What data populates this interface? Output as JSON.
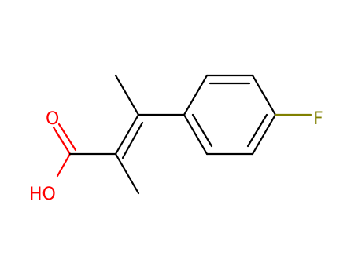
{
  "atom_labels": {
    "oxygen_carbonyl": "O",
    "hydroxyl": "HO",
    "fluorine": "F"
  },
  "colors": {
    "carbon_bond": "#000000",
    "oxygen": "#ff0000",
    "fluorine": "#808000",
    "background": "#ffffff"
  }
}
